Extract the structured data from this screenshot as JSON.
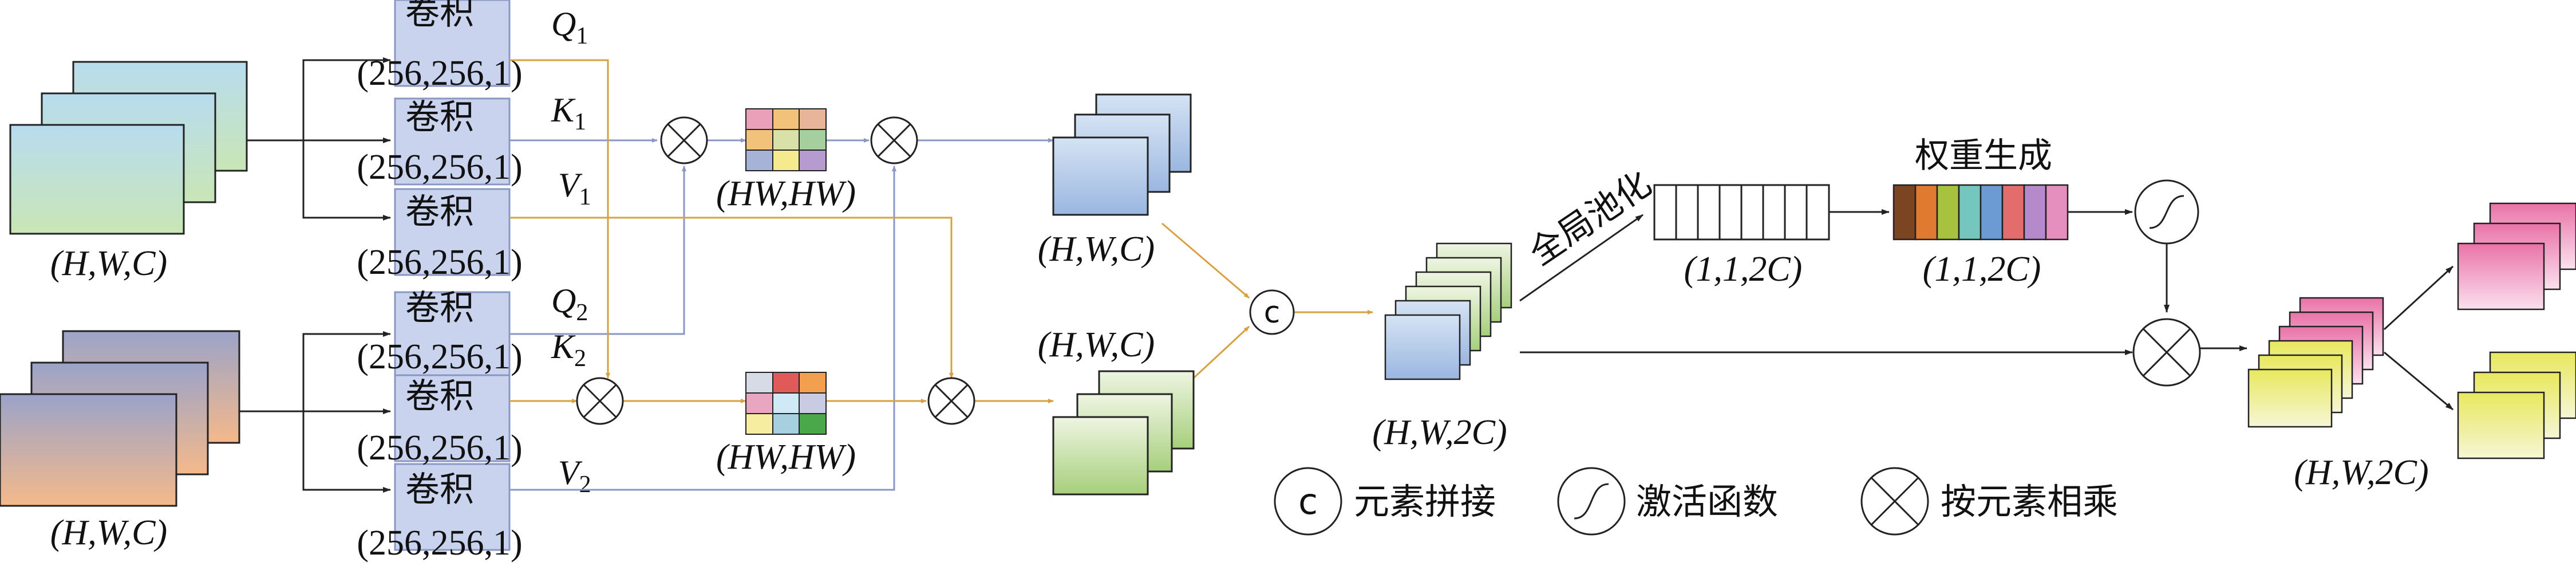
{
  "labels": {
    "conv": "卷积",
    "conv_shape": "(256,256,1)",
    "input_shape": "(H,W,C)",
    "feature_shape": "(H,W,C)",
    "attn_shape": "(HW,HW)",
    "concat_shape": "(H,W,2C)",
    "output_shape": "(H,W,2C)",
    "vec_shape": "(1,1,2C)",
    "global_pool": "全局池化",
    "weight_gen": "权重生成",
    "q1": "Q",
    "q1_sub": "1",
    "k1": "K",
    "k1_sub": "1",
    "v1": "V",
    "v1_sub": "1",
    "q2": "Q",
    "q2_sub": "2",
    "k2": "K",
    "k2_sub": "2",
    "v2": "V",
    "v2_sub": "2",
    "concat_symbol": "c"
  },
  "legend": {
    "concat": "元素拼接",
    "activation": "激活函数",
    "multiply": "按元素相乘"
  },
  "colors": {
    "blue_line": "#8a97c4",
    "orange_line": "#d9a040",
    "black_line": "#222222",
    "conv_box": "#c9d3ee",
    "weight_segments": [
      "#7a4520",
      "#e07a30",
      "#a6c23e",
      "#76c6c0",
      "#6b9bd2",
      "#e36c6c",
      "#b48acb",
      "#e58fbf"
    ]
  }
}
